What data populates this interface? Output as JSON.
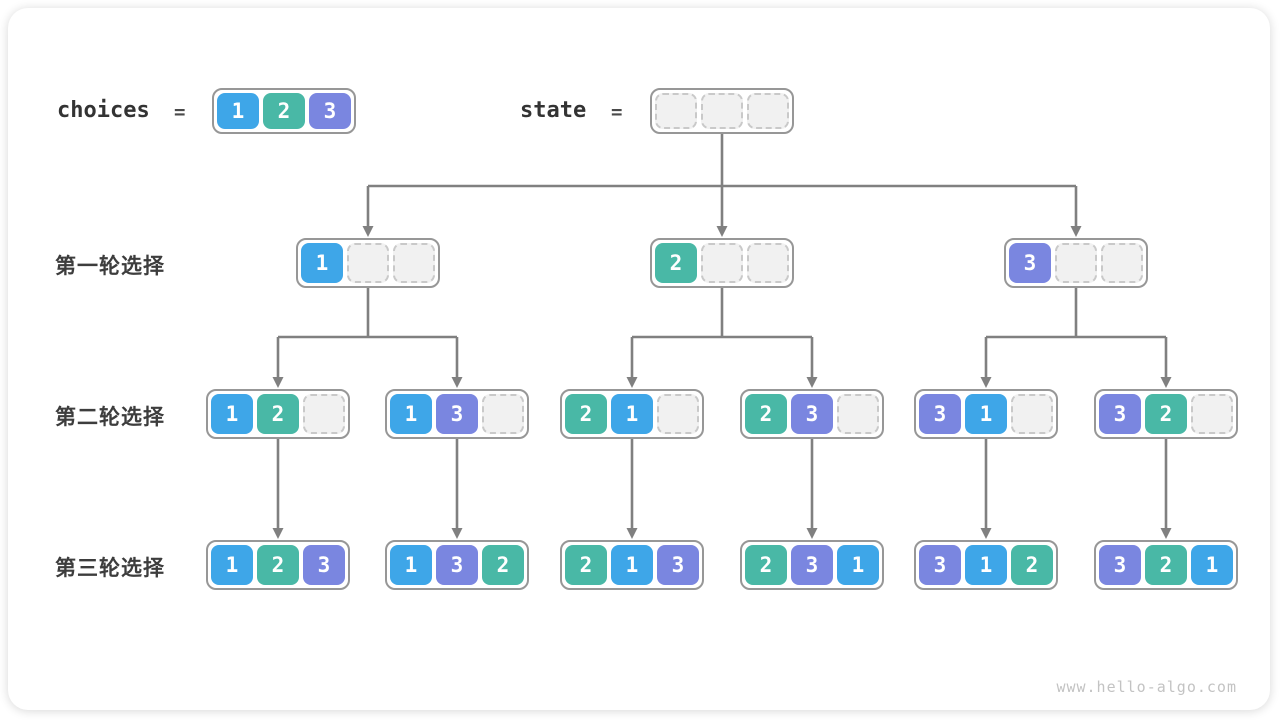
{
  "card": {
    "watermark": "www.hello-algo.com"
  },
  "palette": {
    "value_colors": {
      "1": "#3ea6e8",
      "2": "#49b8a6",
      "3": "#7a86e0"
    },
    "line_color": "#808080",
    "node_border": "#979797",
    "empty_cell_bg": "#f1f1f1",
    "empty_cell_border": "#c9c9c9",
    "label_color": "#3d3d3d"
  },
  "header": {
    "choices_label": "choices",
    "choices_equals": "=",
    "choices_cells": [
      1,
      2,
      3
    ],
    "state_label": "state",
    "state_equals": "=",
    "state_cells": [
      null,
      null,
      null
    ]
  },
  "tree": {
    "row_labels": [
      "第一轮选择",
      "第二轮选择",
      "第三轮选择"
    ],
    "level1": [
      {
        "cells": [
          1,
          null,
          null
        ]
      },
      {
        "cells": [
          2,
          null,
          null
        ]
      },
      {
        "cells": [
          3,
          null,
          null
        ]
      }
    ],
    "level2": [
      {
        "cells": [
          1,
          2,
          null
        ],
        "parent": 0
      },
      {
        "cells": [
          1,
          3,
          null
        ],
        "parent": 0
      },
      {
        "cells": [
          2,
          1,
          null
        ],
        "parent": 1
      },
      {
        "cells": [
          2,
          3,
          null
        ],
        "parent": 1
      },
      {
        "cells": [
          3,
          1,
          null
        ],
        "parent": 2
      },
      {
        "cells": [
          3,
          2,
          null
        ],
        "parent": 2
      }
    ],
    "level3": [
      {
        "cells": [
          1,
          2,
          3
        ],
        "parent": 0
      },
      {
        "cells": [
          1,
          3,
          2
        ],
        "parent": 1
      },
      {
        "cells": [
          2,
          1,
          3
        ],
        "parent": 2
      },
      {
        "cells": [
          2,
          3,
          1
        ],
        "parent": 3
      },
      {
        "cells": [
          3,
          1,
          2
        ],
        "parent": 4
      },
      {
        "cells": [
          3,
          2,
          1
        ],
        "parent": 5
      }
    ]
  }
}
